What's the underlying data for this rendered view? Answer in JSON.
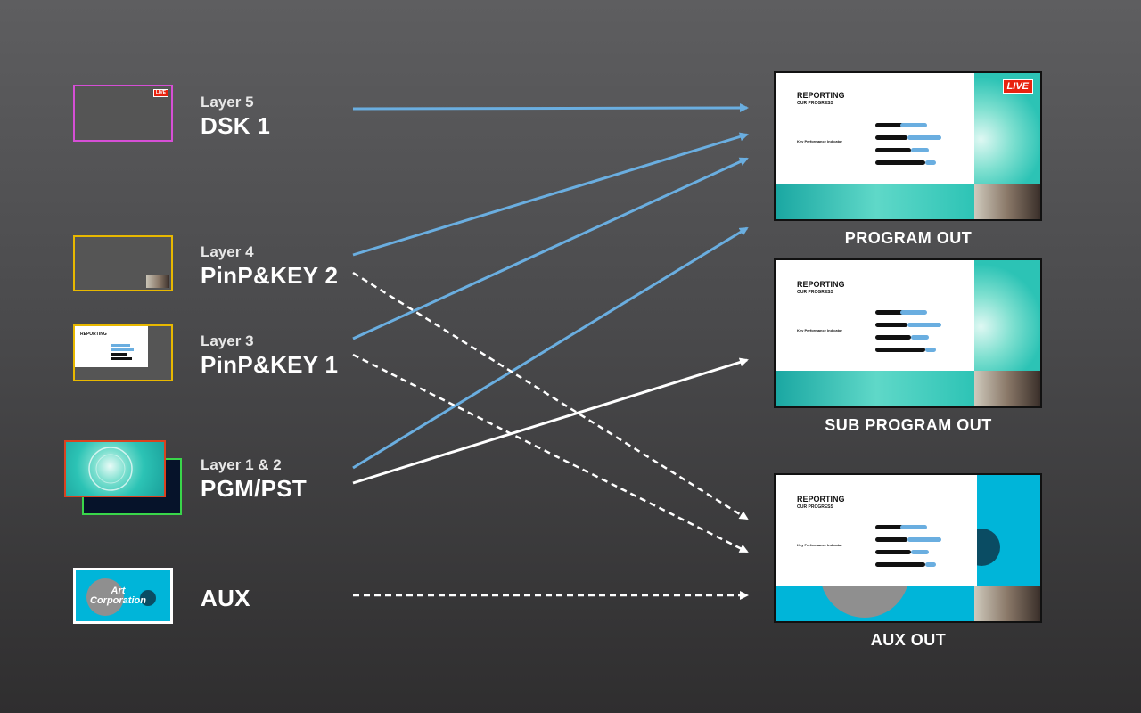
{
  "layers": [
    {
      "id": "dsk1",
      "label": "Layer 5",
      "name": "DSK 1"
    },
    {
      "id": "pinp2",
      "label": "Layer 4",
      "name": "PinP&KEY 2"
    },
    {
      "id": "pinp1",
      "label": "Layer 3",
      "name": "PinP&KEY 1"
    },
    {
      "id": "pgm",
      "label": "Layer 1 & 2",
      "name": "PGM/PST"
    },
    {
      "id": "aux",
      "label": "",
      "name": "AUX"
    }
  ],
  "outputs": {
    "program": "PROGRAM OUT",
    "sub_program": "SUB PROGRAM OUT",
    "aux": "AUX OUT"
  },
  "badges": {
    "live": "LIVE"
  },
  "slide": {
    "title": "REPORTING",
    "subtitle": "OUR PROGRESS",
    "kpi": "Key Performance Indicator"
  },
  "aux_logo": {
    "line1": "Art",
    "line2": "Corporation"
  },
  "colors": {
    "blue_arrow": "#6aaee0",
    "white_arrow": "#ffffff",
    "dsk_border": "#d64fd6",
    "pinp_border": "#e8b800",
    "pgm_border": "#d9421f",
    "pst_border": "#39d64a",
    "live_red": "#e8230f",
    "teal": "#2cc3b5",
    "aux_cyan": "#00b5d9"
  }
}
